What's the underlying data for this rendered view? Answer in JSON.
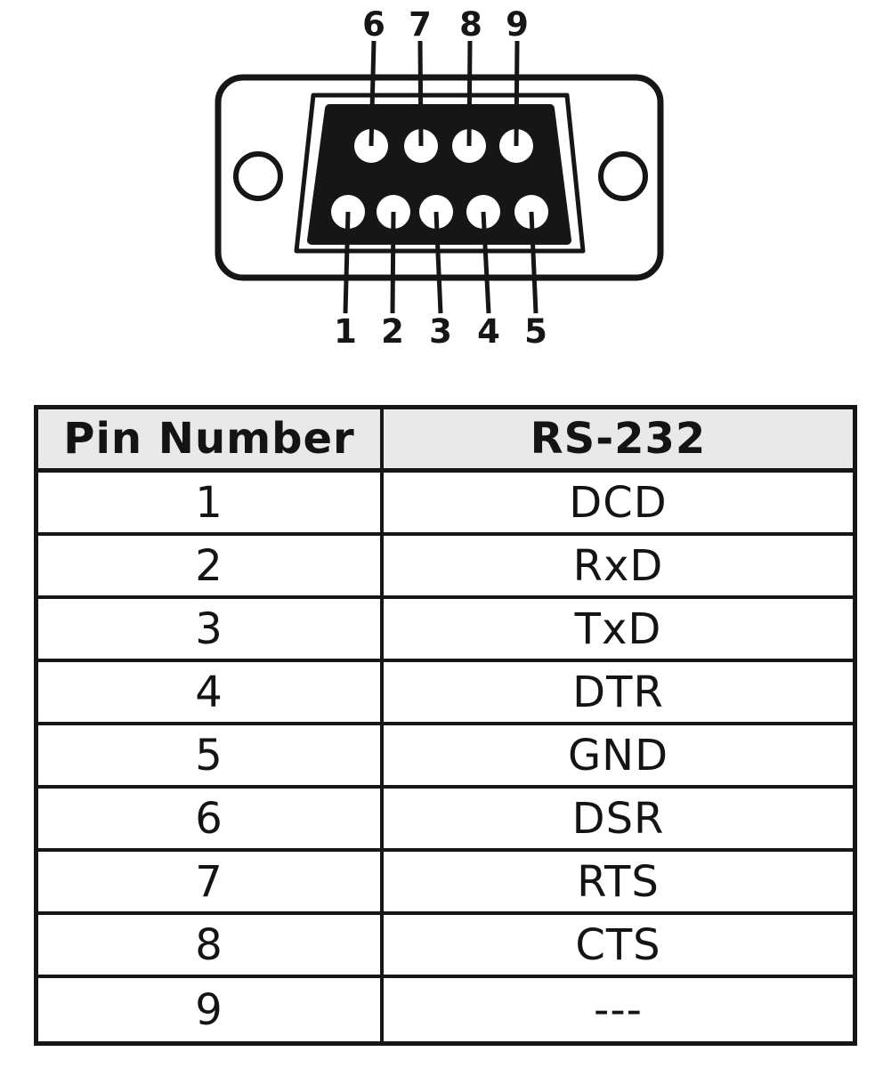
{
  "diagram": {
    "type": "DB9 serial connector front view",
    "pins_top": [
      "6",
      "7",
      "8",
      "9"
    ],
    "pins_bottom": [
      "1",
      "2",
      "3",
      "4",
      "5"
    ]
  },
  "table": {
    "headers": {
      "pin": "Pin Number",
      "signal": "RS-232"
    },
    "rows": [
      {
        "pin": "1",
        "signal": "DCD"
      },
      {
        "pin": "2",
        "signal": "RxD"
      },
      {
        "pin": "3",
        "signal": "TxD"
      },
      {
        "pin": "4",
        "signal": "DTR"
      },
      {
        "pin": "5",
        "signal": "GND"
      },
      {
        "pin": "6",
        "signal": "DSR"
      },
      {
        "pin": "7",
        "signal": "RTS"
      },
      {
        "pin": "8",
        "signal": "CTS"
      },
      {
        "pin": "9",
        "signal": "---"
      }
    ]
  },
  "colors": {
    "ink": "#161616",
    "header_bg": "#e9e9e9",
    "background": "#ffffff"
  }
}
